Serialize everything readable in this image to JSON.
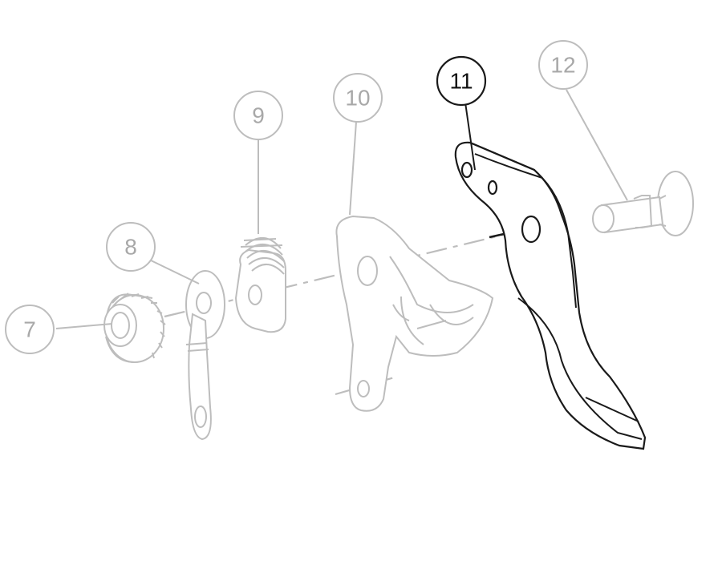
{
  "callouts": [
    {
      "id": "7",
      "label": "7",
      "state": "faded"
    },
    {
      "id": "8",
      "label": "8",
      "state": "faded"
    },
    {
      "id": "9",
      "label": "9",
      "state": "faded"
    },
    {
      "id": "10",
      "label": "10",
      "state": "faded"
    },
    {
      "id": "11",
      "label": "11",
      "state": "highlighted"
    },
    {
      "id": "12",
      "label": "12",
      "state": "faded"
    }
  ],
  "colors": {
    "faded": "#bdbdbd",
    "highlighted": "#1a1a1a",
    "background": "#ffffff"
  }
}
